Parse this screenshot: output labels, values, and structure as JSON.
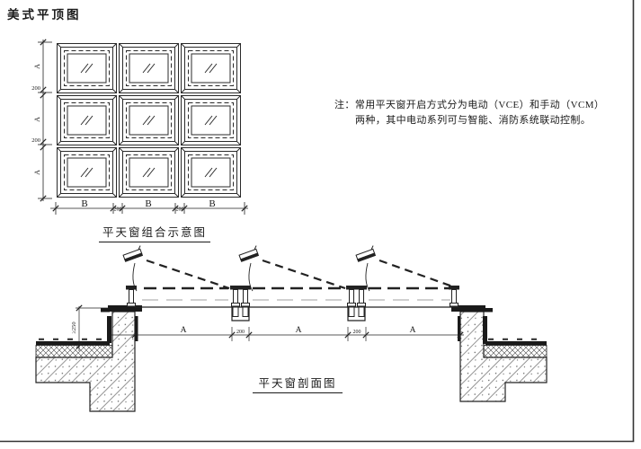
{
  "title": "美式平顶图",
  "note": {
    "label": "注：",
    "line1": "常用平天窗开启方式分为电动（VCE）和手动（VCM）",
    "line2": "两种，其中电动系列可与智能、消防系统联动控制。"
  },
  "plan": {
    "caption": "平天窗组合示意图",
    "grid": {
      "rows": 3,
      "cols": 3
    },
    "dims": {
      "left": [
        "A",
        "200",
        "A",
        "200",
        "A"
      ],
      "bottom": [
        "B",
        "200",
        "B",
        "200",
        "B"
      ]
    }
  },
  "section": {
    "caption": "平天窗剖面图",
    "dims": {
      "bottom": [
        "A",
        "200",
        "A",
        "200",
        "A"
      ],
      "parapet_height": "≥250"
    }
  },
  "colors": {
    "line": "#222222",
    "hidden_line": "#b5b5b5",
    "membrane": "#1a1a1a",
    "background": "#ffffff"
  }
}
